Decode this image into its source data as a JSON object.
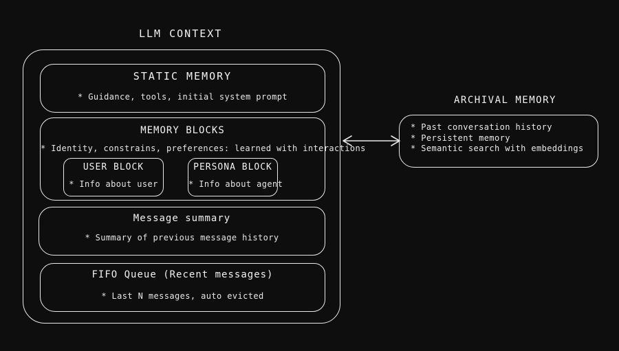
{
  "diagram": {
    "title": "LLM CONTEXT",
    "llm_context": {
      "static_memory": {
        "title": "STATIC MEMORY",
        "body": "* Guidance, tools, initial system prompt"
      },
      "memory_blocks": {
        "title": "MEMORY BLOCKS",
        "body": "* Identity, constrains, preferences: learned with interactions",
        "user_block": {
          "title": "USER BLOCK",
          "body": "* Info about user"
        },
        "persona_block": {
          "title": "PERSONA BLOCK",
          "body": "* Info about agent"
        }
      },
      "message_summary": {
        "title": "Message summary",
        "body": "* Summary of previous message history"
      },
      "fifo_queue": {
        "title": "FIFO Queue  (Recent messages)",
        "body": "* Last N messages, auto evicted"
      }
    },
    "archival_memory": {
      "title": "ARCHIVAL MEMORY",
      "items": [
        "* Past conversation history",
        "* Persistent memory",
        "* Semantic search with embeddings"
      ]
    },
    "colors": {
      "background": "#0e0e0e",
      "stroke": "#e9e9e9",
      "text": "#efefef"
    }
  }
}
